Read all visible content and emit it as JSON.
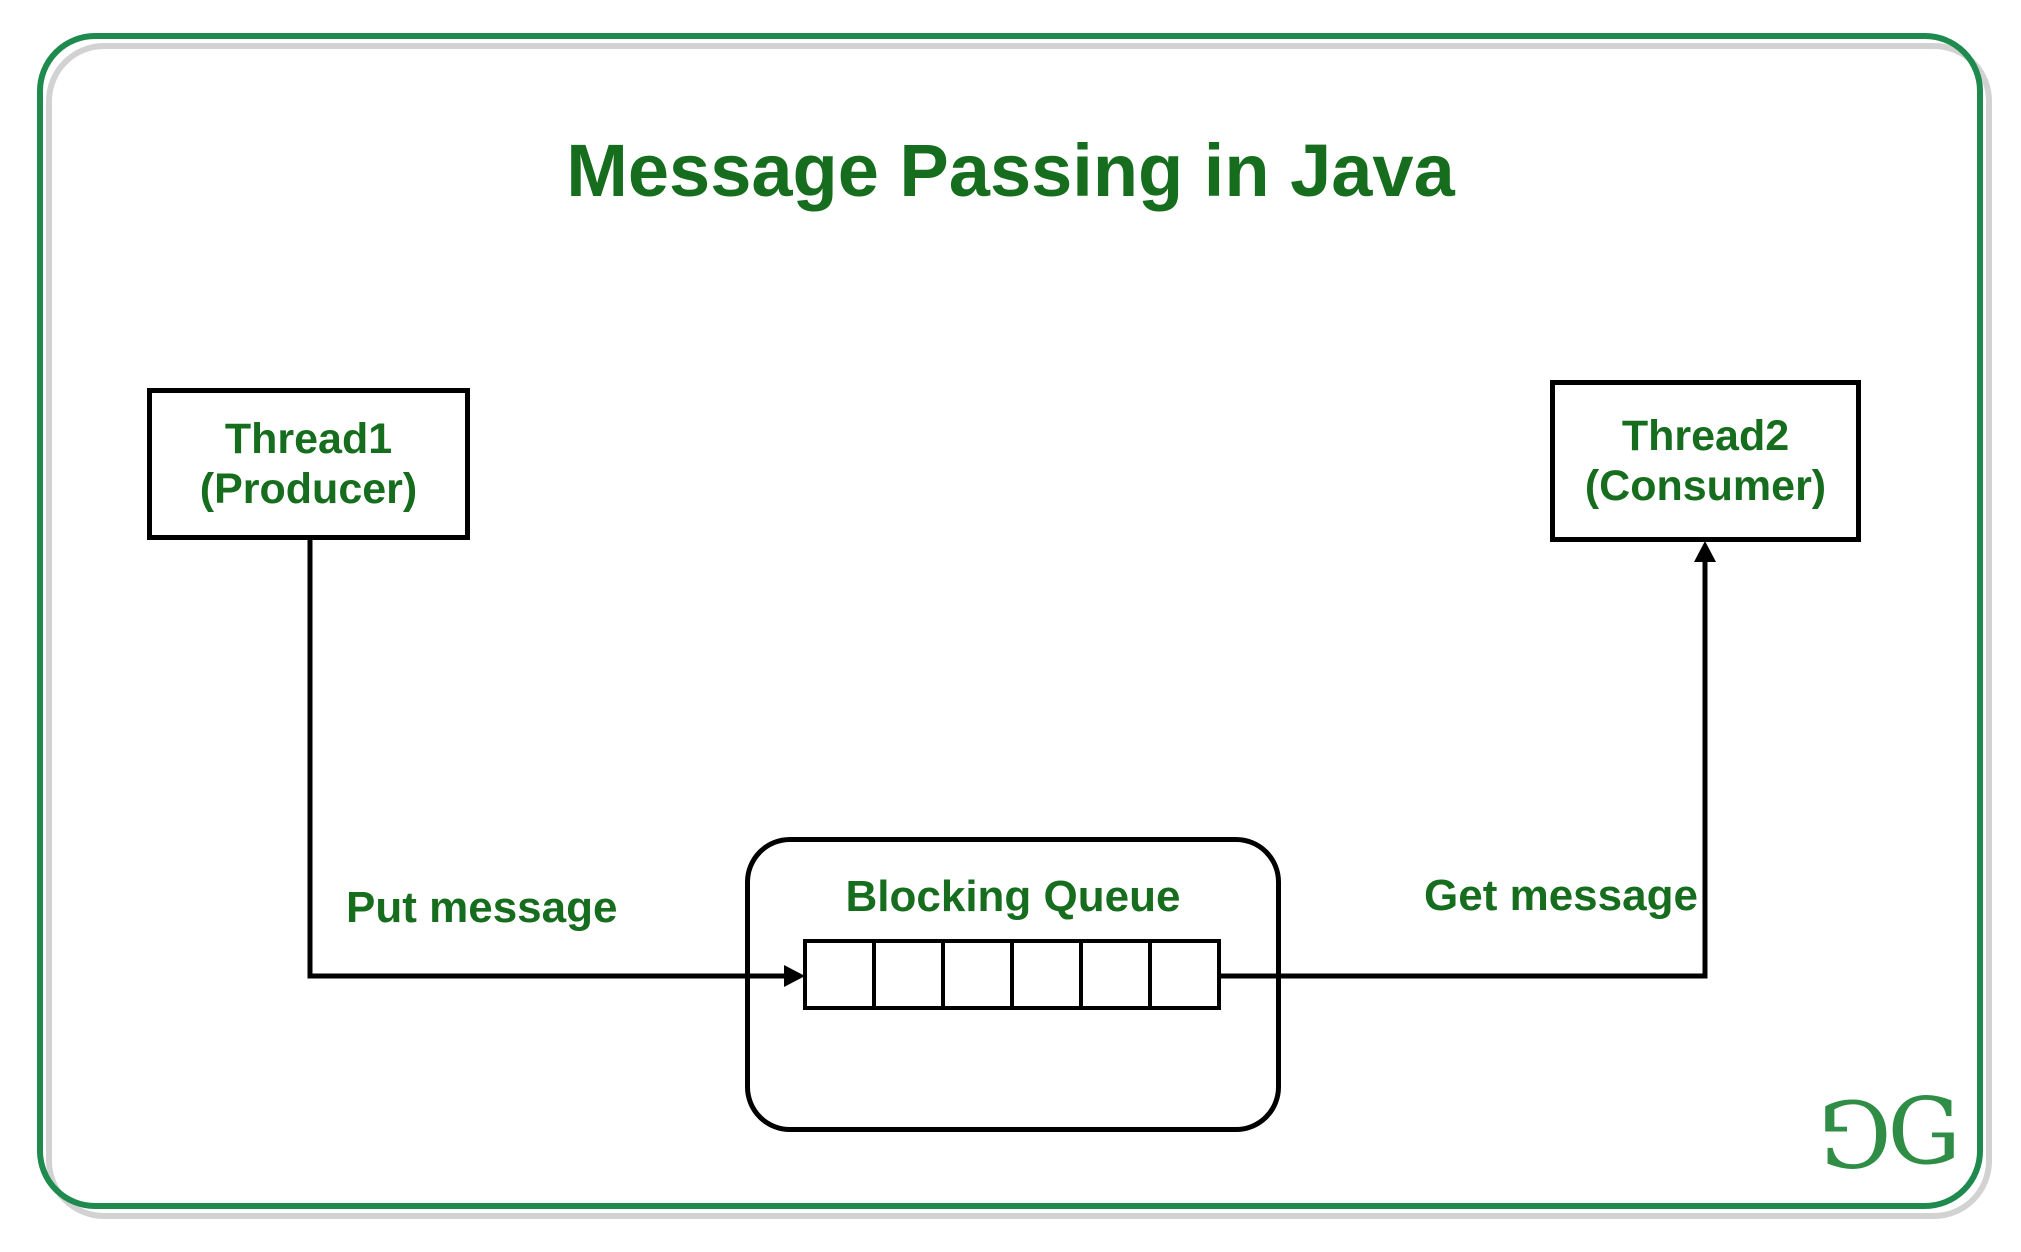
{
  "title": "Message Passing in Java",
  "colors": {
    "frame_green": "#1f8a4e",
    "shadow_gray": "#d2d2d2",
    "text_green": "#166d1d",
    "line_black": "#000000",
    "logo_green": "#2f8d46"
  },
  "nodes": {
    "producer": {
      "line1": "Thread1",
      "line2": "(Producer)"
    },
    "consumer": {
      "line1": "Thread2",
      "line2": "(Consumer)"
    },
    "queue": {
      "label": "Blocking Queue",
      "cell_count": 6
    }
  },
  "edges": {
    "put": {
      "label": "Put message"
    },
    "get": {
      "label": "Get message"
    }
  },
  "logo": {
    "left_glyph": "G",
    "right_glyph": "G"
  }
}
